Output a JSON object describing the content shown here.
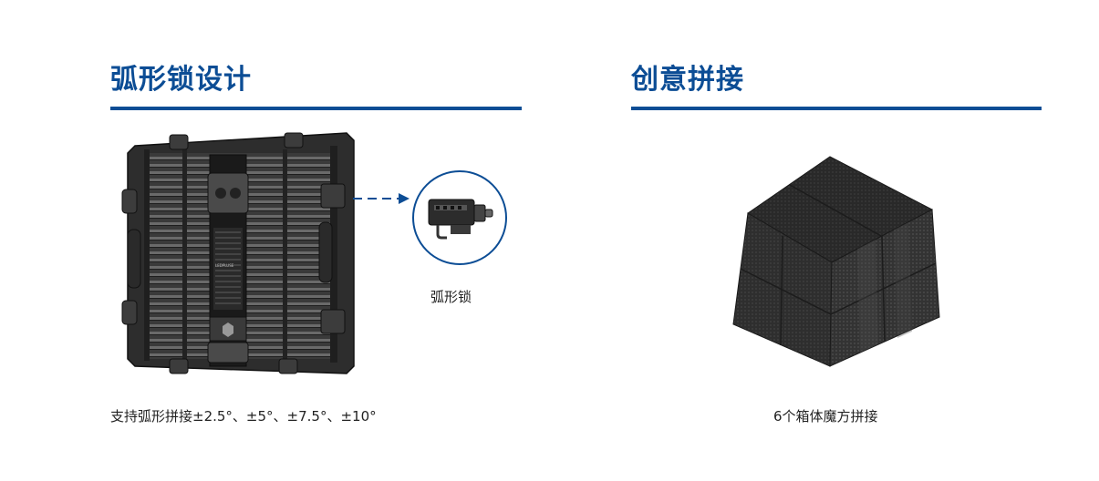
{
  "left_section": {
    "title": "弧形锁设计",
    "callout_label": "弧形锁",
    "caption": "支持弧形拼接±2.5°、±5°、±7.5°、±10°",
    "product_label": "LEDPLUSE"
  },
  "right_section": {
    "title": "创意拼接",
    "caption": "6个箱体魔方拼接"
  },
  "colors": {
    "accent": "#0c4d95",
    "panel_dark": "#2b2b2b"
  }
}
